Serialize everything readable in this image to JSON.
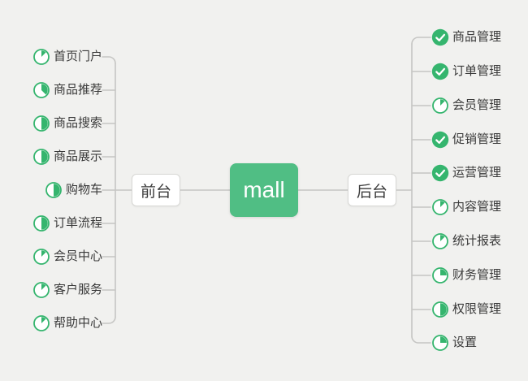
{
  "diagram": {
    "type": "mindmap",
    "root": {
      "label": "mall"
    },
    "branches": [
      {
        "label": "前台",
        "side": "left",
        "items": [
          {
            "label": "首页门户",
            "icon": "task-progress-icon",
            "progress": 0.125
          },
          {
            "label": "商品推荐",
            "icon": "task-progress-icon",
            "progress": 0.375
          },
          {
            "label": "商品搜索",
            "icon": "task-progress-icon",
            "progress": 0.5
          },
          {
            "label": "商品展示",
            "icon": "task-progress-icon",
            "progress": 0.5
          },
          {
            "label": "购物车",
            "icon": "task-progress-icon",
            "progress": 0.5
          },
          {
            "label": "订单流程",
            "icon": "task-progress-icon",
            "progress": 0.5
          },
          {
            "label": "会员中心",
            "icon": "task-progress-icon",
            "progress": 0.125
          },
          {
            "label": "客户服务",
            "icon": "task-progress-icon",
            "progress": 0.125
          },
          {
            "label": "帮助中心",
            "icon": "task-progress-icon",
            "progress": 0.125
          }
        ]
      },
      {
        "label": "后台",
        "side": "right",
        "items": [
          {
            "label": "商品管理",
            "icon": "task-done-icon"
          },
          {
            "label": "订单管理",
            "icon": "task-done-icon"
          },
          {
            "label": "会员管理",
            "icon": "task-progress-icon",
            "progress": 0.125
          },
          {
            "label": "促销管理",
            "icon": "task-done-icon"
          },
          {
            "label": "运营管理",
            "icon": "task-done-icon"
          },
          {
            "label": "内容管理",
            "icon": "task-progress-icon",
            "progress": 0.125
          },
          {
            "label": "统计报表",
            "icon": "task-progress-icon",
            "progress": 0.125
          },
          {
            "label": "财务管理",
            "icon": "task-progress-icon",
            "progress": 0.25
          },
          {
            "label": "权限管理",
            "icon": "task-progress-icon",
            "progress": 0.5
          },
          {
            "label": "设置",
            "icon": "task-progress-icon",
            "progress": 0.25
          }
        ]
      }
    ],
    "colors": {
      "background": "#f1f1ef",
      "node_green": "#50be84",
      "icon_green": "#35b56e",
      "line": "#c6c6c4",
      "text": "#3a3a3a",
      "box_border": "#d8d8d5",
      "box_background": "#ffffff",
      "root_text": "#ffffff"
    }
  }
}
